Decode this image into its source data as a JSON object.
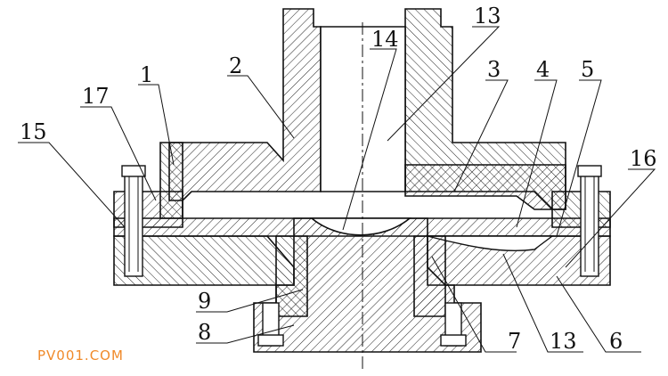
{
  "labels": {
    "l1": "1",
    "l2": "2",
    "l3": "3",
    "l4": "4",
    "l5": "5",
    "l6": "6",
    "l7": "7",
    "l8": "8",
    "l9": "9",
    "l13a": "13",
    "l13b": "13",
    "l14": "14",
    "l15": "15",
    "l16": "16",
    "l17": "17"
  },
  "watermark": "PV001.COM"
}
